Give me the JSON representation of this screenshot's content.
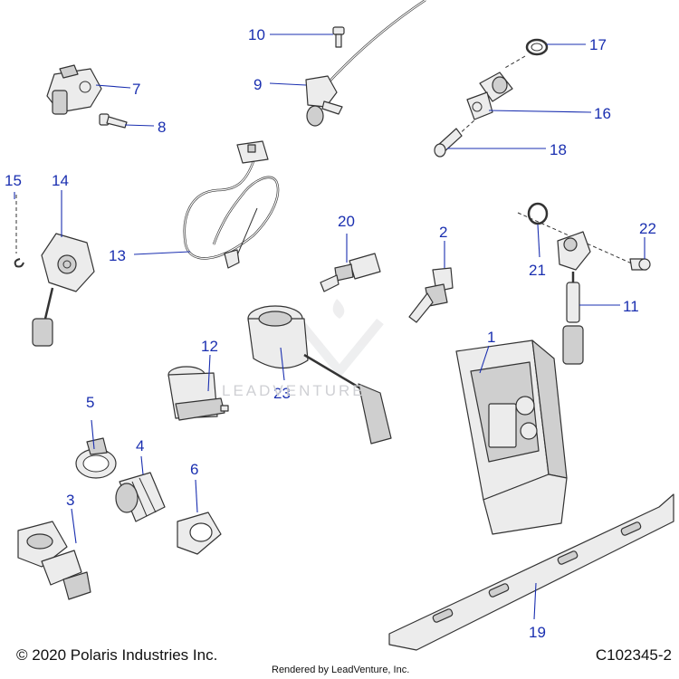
{
  "footer": {
    "copyright": "© 2020 Polaris Industries Inc.",
    "doc_number": "C102345-2",
    "rendered_by": "Rendered by LeadVenture, Inc."
  },
  "watermark": "LEADVENTURE",
  "callout_color": "#1a2fb0",
  "callouts": [
    "1",
    "2",
    "3",
    "4",
    "5",
    "6",
    "7",
    "8",
    "9",
    "10",
    "11",
    "12",
    "13",
    "14",
    "15",
    "16",
    "17",
    "18",
    "19",
    "20",
    "21",
    "22",
    "23"
  ]
}
